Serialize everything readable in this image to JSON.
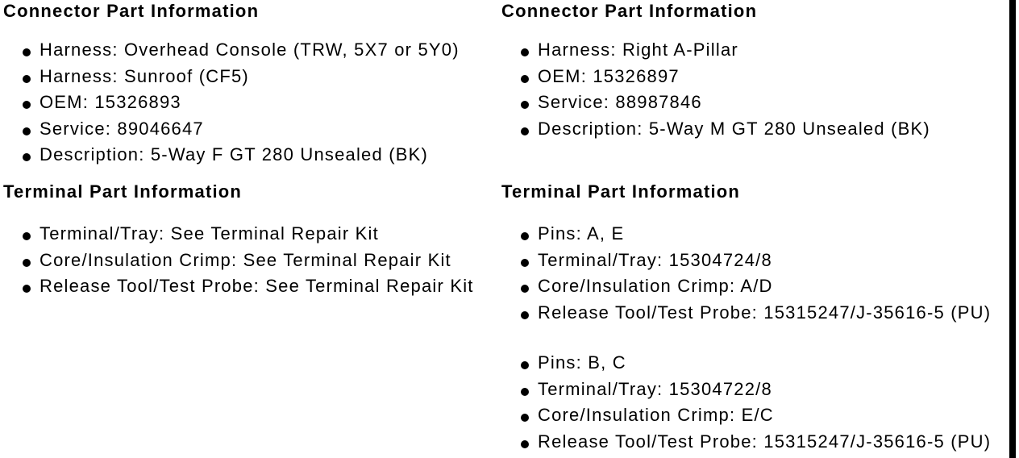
{
  "colors": {
    "text": "#000000",
    "background": "#ffffff",
    "edge_line": "#000000"
  },
  "columns": [
    {
      "sections": [
        {
          "heading": "Connector Part Information",
          "groups": [
            {
              "items": [
                "Harness: Overhead Console (TRW, 5X7 or 5Y0)",
                "Harness: Sunroof (CF5)",
                "OEM: 15326893",
                "Service: 89046647",
                "Description: 5-Way F GT 280 Unsealed (BK)"
              ]
            }
          ]
        },
        {
          "heading": "Terminal Part Information",
          "groups": [
            {
              "items": [
                "Terminal/Tray: See Terminal Repair Kit",
                "Core/Insulation Crimp: See Terminal Repair Kit",
                "Release Tool/Test Probe: See Terminal Repair Kit"
              ]
            }
          ]
        }
      ]
    },
    {
      "sections": [
        {
          "heading": "Connector Part Information",
          "groups": [
            {
              "items": [
                "Harness: Right A-Pillar",
                "OEM: 15326897",
                "Service: 88987846",
                "Description: 5-Way M GT 280 Unsealed (BK)"
              ]
            }
          ]
        },
        {
          "heading": "Terminal Part Information",
          "groups": [
            {
              "items": [
                "Pins: A, E",
                "Terminal/Tray: 15304724/8",
                "Core/Insulation Crimp: A/D",
                "Release Tool/Test Probe: 15315247/J-35616-5 (PU)"
              ]
            },
            {
              "items": [
                "Pins: B, C",
                "Terminal/Tray: 15304722/8",
                "Core/Insulation Crimp: E/C",
                "Release Tool/Test Probe: 15315247/J-35616-5 (PU)"
              ]
            }
          ]
        }
      ]
    }
  ]
}
